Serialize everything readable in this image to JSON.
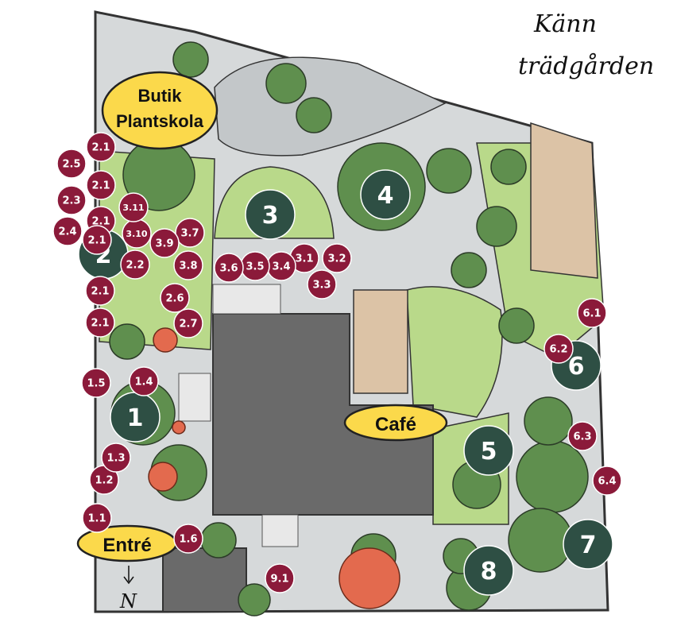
{
  "title_line1": "Känn",
  "title_line2": "trädgården",
  "labels": {
    "shop_line1": "Butik",
    "shop_line2": "Plantskola",
    "cafe": "Café",
    "entrance": "Entré",
    "north": "N"
  },
  "zones": [
    "1",
    "2",
    "3",
    "4",
    "5",
    "6",
    "7",
    "8"
  ],
  "stations": [
    "1.1",
    "1.2",
    "1.3",
    "1.4",
    "1.5",
    "1.6",
    "2.1",
    "2.1",
    "2.1",
    "2.1",
    "2.1",
    "2.1",
    "2.2",
    "2.3",
    "2.4",
    "2.5",
    "2.6",
    "2.7",
    "3.1",
    "3.2",
    "3.3",
    "3.4",
    "3.5",
    "3.6",
    "3.7",
    "3.8",
    "3.9",
    "3.10",
    "3.11",
    "6.1",
    "6.2",
    "6.3",
    "6.4",
    "9.1"
  ],
  "colors": {
    "zone_marker": "#2e4f44",
    "station_marker": "#8b1a3a",
    "label_fill": "#fbd94b",
    "building": "#6a6a6a",
    "lawn": "#b9d98a",
    "path": "#d8dadb",
    "deck": "#dcc3a6",
    "tree": "#5f8f4e",
    "flower": "#e36a4e"
  }
}
